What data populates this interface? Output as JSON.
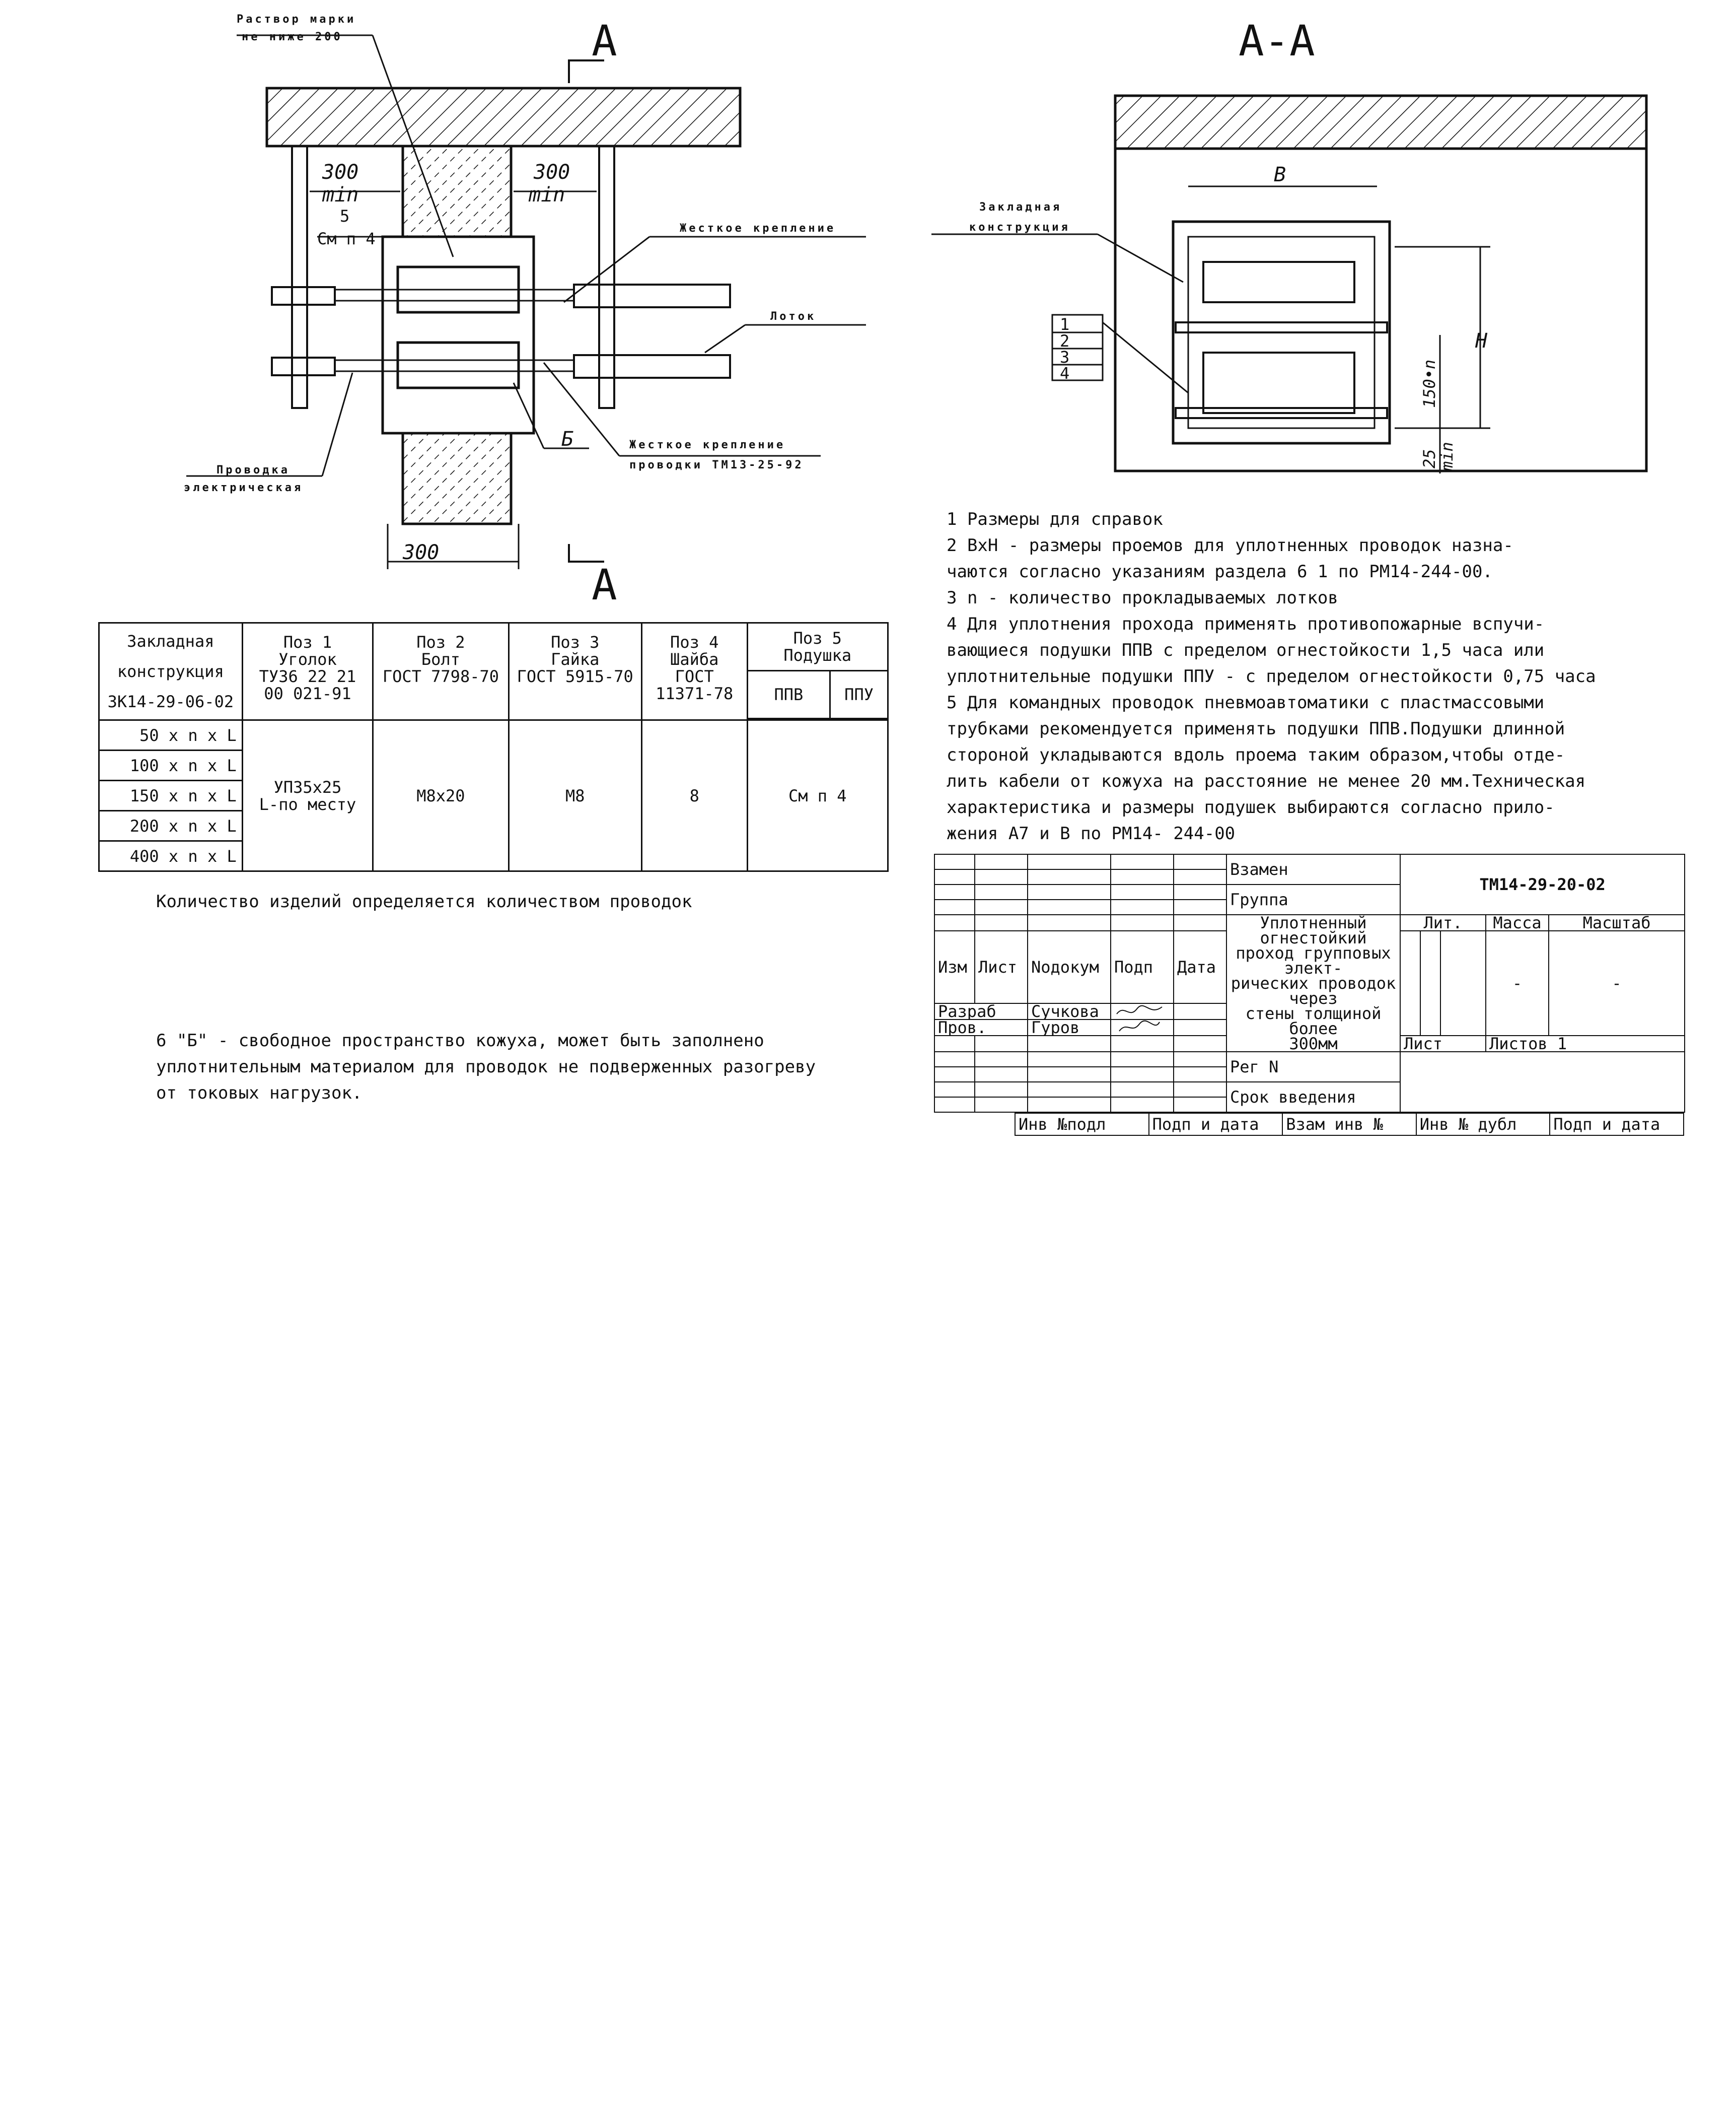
{
  "drawing_left": {
    "label_mortar": [
      "Раствор марки",
      "не ниже 200"
    ],
    "label_rigid_top": "Жесткое крепление",
    "label_tray": "Лоток",
    "label_wiring": [
      "Проводка",
      "электрическая"
    ],
    "label_rigid_bottom": [
      "Жесткое крепление",
      "проводки ТМ13-25-92"
    ],
    "dim_left": [
      "300",
      "min"
    ],
    "dim_right": [
      "300",
      "min"
    ],
    "dim_bottom": "300",
    "ref_5": [
      "5",
      "См п 4"
    ],
    "ref_b": "Б",
    "section_mark": "А"
  },
  "drawing_right": {
    "section_title": "А-А",
    "label_embedded": [
      "Закладная",
      "конструкция"
    ],
    "dim_b": "B",
    "dim_h": "H",
    "dim_150n": "150•n",
    "dim_25": [
      "25",
      "min"
    ],
    "pos": [
      "1",
      "2",
      "3",
      "4"
    ]
  },
  "spec_table": {
    "col1_header": [
      "Закладная",
      "конструкция",
      "ЗК14-29-06-02"
    ],
    "col2_header": [
      "Поз 1",
      "Уголок",
      "ТУ36 22 21",
      "00 021-91"
    ],
    "col3_header": [
      "Поз 2",
      "Болт",
      "ГОСТ 7798-70"
    ],
    "col4_header": [
      "Поз 3",
      "Гайка",
      "ГОСТ 5915-70"
    ],
    "col5_header": [
      "Поз 4",
      "Шайба",
      "ГОСТ",
      "11371-78"
    ],
    "col6_header": "Поз 5",
    "col6_header2": "Подушка",
    "col6_sub": [
      "ППВ",
      "ППУ"
    ],
    "rows": [
      "50 x n x L",
      "100 x n x L",
      "150 x n x L",
      "200 x n x L",
      "400 x n x L"
    ],
    "val_pos1": [
      "УП35x25",
      "L-по месту"
    ],
    "val_pos2": "M8x20",
    "val_pos3": "M8",
    "val_pos4": "8",
    "val_pos5": "См  п  4"
  },
  "quantity_note": "Количество изделий определяется количеством проводок",
  "notes": [
    "1  Размеры для справок",
    "2  ВхН - размеры проемов для уплотненных проводок назна-\nчаются согласно указаниям раздела 6 1 по РМ14-244-00.",
    "3  n - количество прокладываемых лотков",
    "4  Для уплотнения  прохода применять противопожарные вспучи-\nвающиеся подушки ППВ с пределом огнестойкости 1,5  часа или\nуплотнительные подушки ППУ - с пределом огнестойкости 0,75 часа",
    "5  Для командных проводок пневмоавтоматики с пластмассовыми\nтрубками рекомендуется применять подушки ППВ.Подушки длинной\nстороной укладываются вдоль проема таким образом,чтобы отде-\nлить кабели от кожуха на расстояние не менее 20 мм.Техническая\nхарактеристика и размеры подушек выбираются согласно прило-\nжения А7 и В по РМ14- 244-00"
  ],
  "note6": "6  \"Б\" - свободное пространство кожуха, может быть заполнено\nуплотнительным материалом для проводок не подверженных разогреву\nот токовых нагрузок.",
  "title_block": {
    "replaces": "Взамен",
    "group": "Группа",
    "doc_number": "ТМ14-29-20-02",
    "title": [
      "Уплотненный огнестойкий",
      "проход групповых элект-",
      "рических проводок через",
      "стены толщиной более",
      "300мм"
    ],
    "head_izm": "Изм",
    "head_list": "Лист",
    "head_ndoc": "Nодокум",
    "head_podp": "Подп",
    "head_date": "Дата",
    "developed": "Разраб",
    "developer_name": "Сучкова",
    "checked": "Пров.",
    "checker_name": "Гуров",
    "lit": "Лит.",
    "mass": "Масса",
    "scale": "Масштаб",
    "mass_val": "-",
    "scale_val": "-",
    "sheet": "Лист",
    "sheets": "Листов 1",
    "reg": "Рег N",
    "intro": "Срок введения",
    "bottom": [
      "Инв №подл",
      "Подп и дата",
      "Взам инв №",
      "Инв № дубл",
      "Подп и дата"
    ]
  }
}
